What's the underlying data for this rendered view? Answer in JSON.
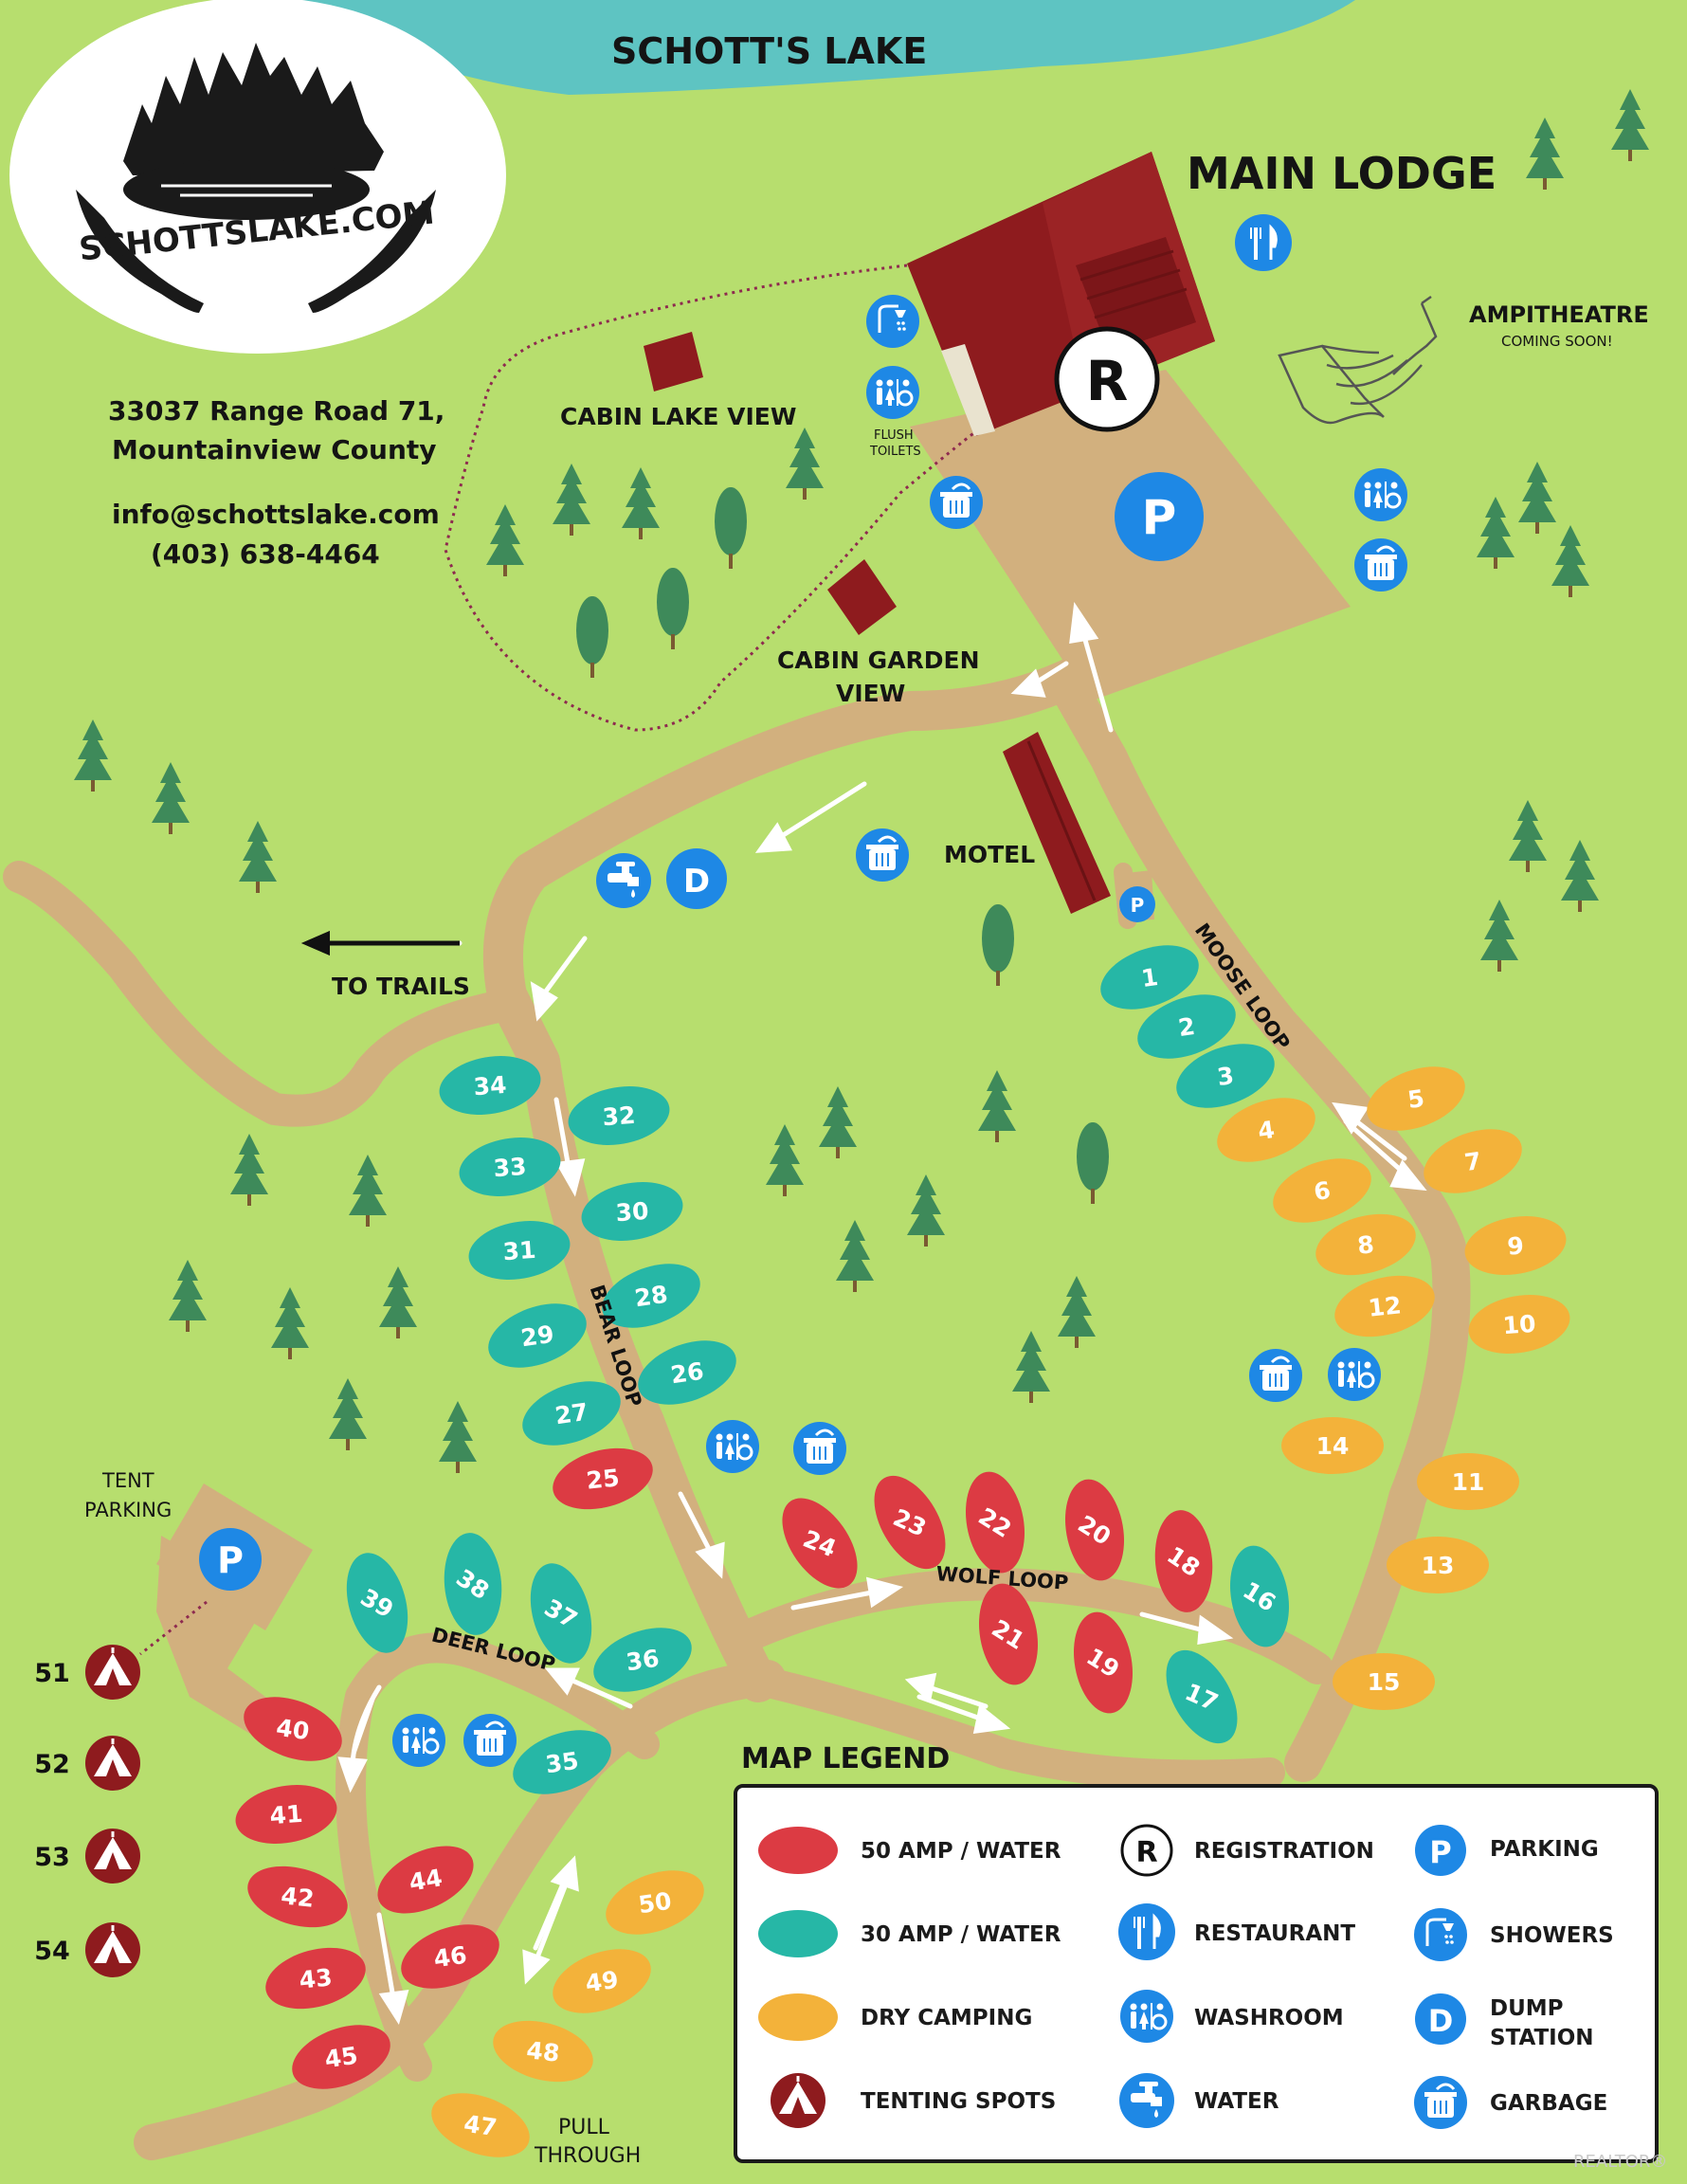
{
  "title": "SCHOTT'S LAKE",
  "logo_text": "SCHOTTSLAKE.COM",
  "contact": {
    "address_line1": "33037 Range Road 71,",
    "address_line2": "Mountainview County",
    "email": "info@schottslake.com",
    "phone": "(403) 638-4464"
  },
  "labels": {
    "main_lodge": "MAIN LODGE",
    "ampitheatre": "AMPITHEATRE",
    "coming_soon": "COMING SOON!",
    "cabin_lake_view": "CABIN LAKE VIEW",
    "cabin_garden_view_1": "CABIN GARDEN",
    "cabin_garden_view_2": "VIEW",
    "flush_toilets_1": "FLUSH",
    "flush_toilets_2": "TOILETS",
    "motel": "MOTEL",
    "to_trails": "TO TRAILS",
    "tent_parking_1": "TENT",
    "tent_parking_2": "PARKING",
    "pull_through_1": "PULL",
    "pull_through_2": "THROUGH",
    "moose_loop": "MOOSE LOOP",
    "bear_loop": "BEAR LOOP",
    "wolf_loop": "WOLF LOOP",
    "deer_loop": "DEER LOOP",
    "registration_letter": "R",
    "parking_letter": "P",
    "dump_letter": "D"
  },
  "colors": {
    "grass": "#b7de6e",
    "lake": "#5ec4c2",
    "road": "#d2b07e",
    "lodge": "#8e1b1e",
    "amp50": "#dc3b43",
    "amp30": "#26b7a6",
    "dry": "#f3b23a",
    "tent": "#8e1b1e",
    "icon_blue": "#1e88e5",
    "tree_dark": "#3e8a5a"
  },
  "sites": [
    {
      "num": "1",
      "cat": "amp30"
    },
    {
      "num": "2",
      "cat": "amp30"
    },
    {
      "num": "3",
      "cat": "amp30"
    },
    {
      "num": "4",
      "cat": "dry"
    },
    {
      "num": "5",
      "cat": "dry"
    },
    {
      "num": "6",
      "cat": "dry"
    },
    {
      "num": "7",
      "cat": "dry"
    },
    {
      "num": "8",
      "cat": "dry"
    },
    {
      "num": "9",
      "cat": "dry"
    },
    {
      "num": "10",
      "cat": "dry"
    },
    {
      "num": "11",
      "cat": "dry"
    },
    {
      "num": "12",
      "cat": "dry"
    },
    {
      "num": "13",
      "cat": "dry"
    },
    {
      "num": "14",
      "cat": "dry"
    },
    {
      "num": "15",
      "cat": "dry"
    },
    {
      "num": "16",
      "cat": "amp30"
    },
    {
      "num": "17",
      "cat": "amp30"
    },
    {
      "num": "18",
      "cat": "amp50"
    },
    {
      "num": "19",
      "cat": "amp50"
    },
    {
      "num": "20",
      "cat": "amp50"
    },
    {
      "num": "21",
      "cat": "amp50"
    },
    {
      "num": "22",
      "cat": "amp50"
    },
    {
      "num": "23",
      "cat": "amp50"
    },
    {
      "num": "24",
      "cat": "amp50"
    },
    {
      "num": "25",
      "cat": "amp50"
    },
    {
      "num": "26",
      "cat": "amp30"
    },
    {
      "num": "27",
      "cat": "amp30"
    },
    {
      "num": "28",
      "cat": "amp30"
    },
    {
      "num": "29",
      "cat": "amp30"
    },
    {
      "num": "30",
      "cat": "amp30"
    },
    {
      "num": "31",
      "cat": "amp30"
    },
    {
      "num": "32",
      "cat": "amp30"
    },
    {
      "num": "33",
      "cat": "amp30"
    },
    {
      "num": "34",
      "cat": "amp30"
    },
    {
      "num": "35",
      "cat": "amp30"
    },
    {
      "num": "36",
      "cat": "amp30"
    },
    {
      "num": "37",
      "cat": "amp30"
    },
    {
      "num": "38",
      "cat": "amp30"
    },
    {
      "num": "39",
      "cat": "amp30"
    },
    {
      "num": "40",
      "cat": "amp50"
    },
    {
      "num": "41",
      "cat": "amp50"
    },
    {
      "num": "42",
      "cat": "amp50"
    },
    {
      "num": "43",
      "cat": "amp50"
    },
    {
      "num": "44",
      "cat": "amp50"
    },
    {
      "num": "45",
      "cat": "amp50"
    },
    {
      "num": "46",
      "cat": "amp50"
    },
    {
      "num": "47",
      "cat": "dry"
    },
    {
      "num": "48",
      "cat": "dry"
    },
    {
      "num": "49",
      "cat": "dry"
    },
    {
      "num": "50",
      "cat": "dry"
    }
  ],
  "tents": [
    {
      "num": "51"
    },
    {
      "num": "52"
    },
    {
      "num": "53"
    },
    {
      "num": "54"
    }
  ],
  "legend": {
    "title": "MAP LEGEND",
    "items": [
      {
        "label": "50 AMP / WATER",
        "icon": "red-oval"
      },
      {
        "label": "30 AMP / WATER",
        "icon": "teal-oval"
      },
      {
        "label": "DRY CAMPING",
        "icon": "yellow-oval"
      },
      {
        "label": "TENTING SPOTS",
        "icon": "tent-icon"
      },
      {
        "label": "REGISTRATION",
        "icon": "registration-icon"
      },
      {
        "label": "RESTAURANT",
        "icon": "restaurant-icon"
      },
      {
        "label": "WASHROOM",
        "icon": "washroom-icon"
      },
      {
        "label": "WATER",
        "icon": "water-tap-icon"
      },
      {
        "label": "PARKING",
        "icon": "parking-icon"
      },
      {
        "label": "SHOWERS",
        "icon": "shower-icon"
      },
      {
        "label": "DUMP",
        "icon": "dump-station-icon"
      },
      {
        "label": "STATION",
        "icon": "dump-station-icon"
      },
      {
        "label": "GARBAGE",
        "icon": "garbage-icon"
      }
    ]
  },
  "watermark": "REALTOR®"
}
